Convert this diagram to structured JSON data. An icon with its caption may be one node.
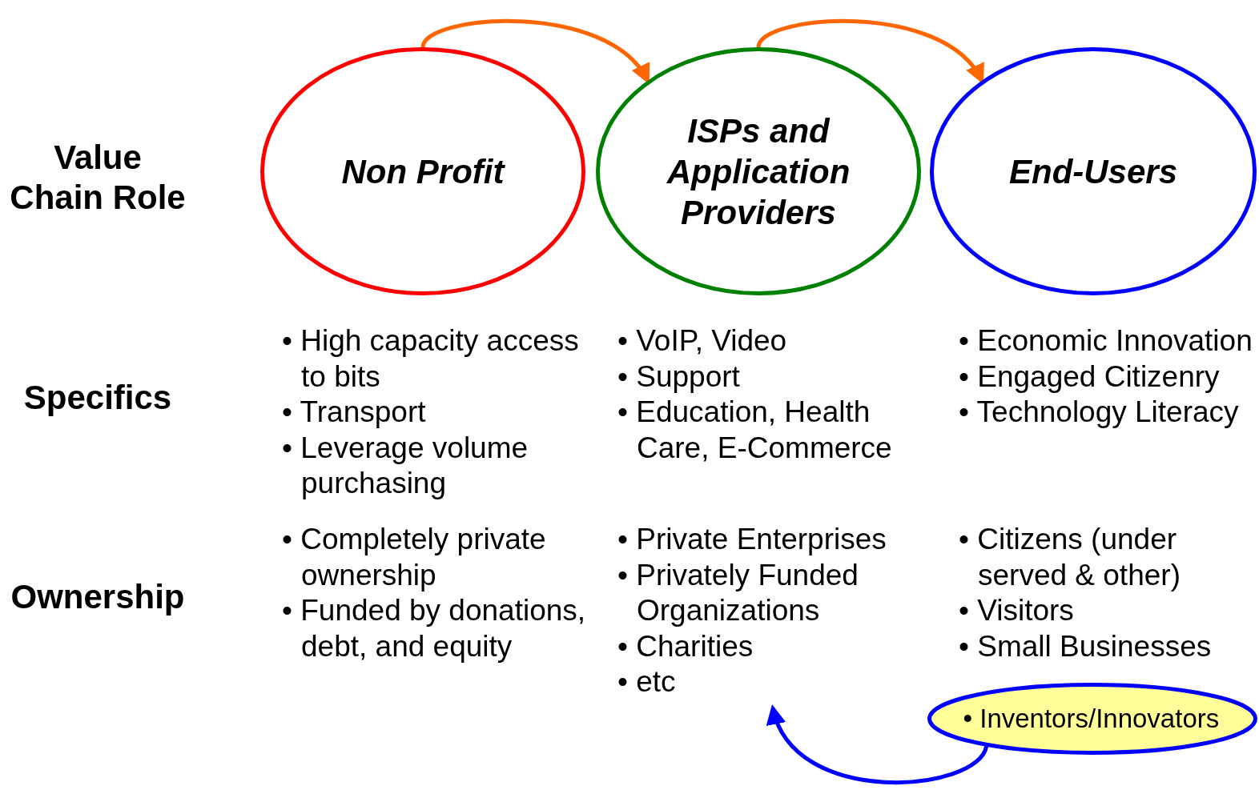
{
  "diagram": {
    "nodes": [
      {
        "text": [
          "Non Profit"
        ]
      },
      {
        "text": [
          "ISPs and Application Providers"
        ]
      },
      {
        "text": [
          "End-Users"
        ]
      },
      {
        "text": [
          "• Inventors/Innovators"
        ]
      }
    ],
    "edges": [
      {
        "from": 0,
        "to": 1,
        "arrow": "to"
      },
      {
        "from": 1,
        "to": 2,
        "arrow": "to"
      },
      {
        "from": 3,
        "to": null,
        "arrow": "to",
        "color": "#0000ff"
      }
    ],
    "labels": [
      "Value Chain Role",
      "Specifics",
      "• High capacity access to bits",
      "• Transport",
      "• Leverage volume purchasing",
      "• VoIP, Video",
      "• Support",
      "• Education, Health Care, E-Commerce",
      "• Economic Innovation",
      "• Engaged Citizenry",
      "• Technology Literacy",
      "Ownership",
      "• Completely private ownership",
      "• Funded by donations, debt, and equity",
      "• Private Enterprises",
      "• Privately Funded Organizations",
      "• Charities",
      "• etc",
      "• Citizens (under served & other)",
      "• Visitors",
      "• Small Businesses"
    ]
  }
}
